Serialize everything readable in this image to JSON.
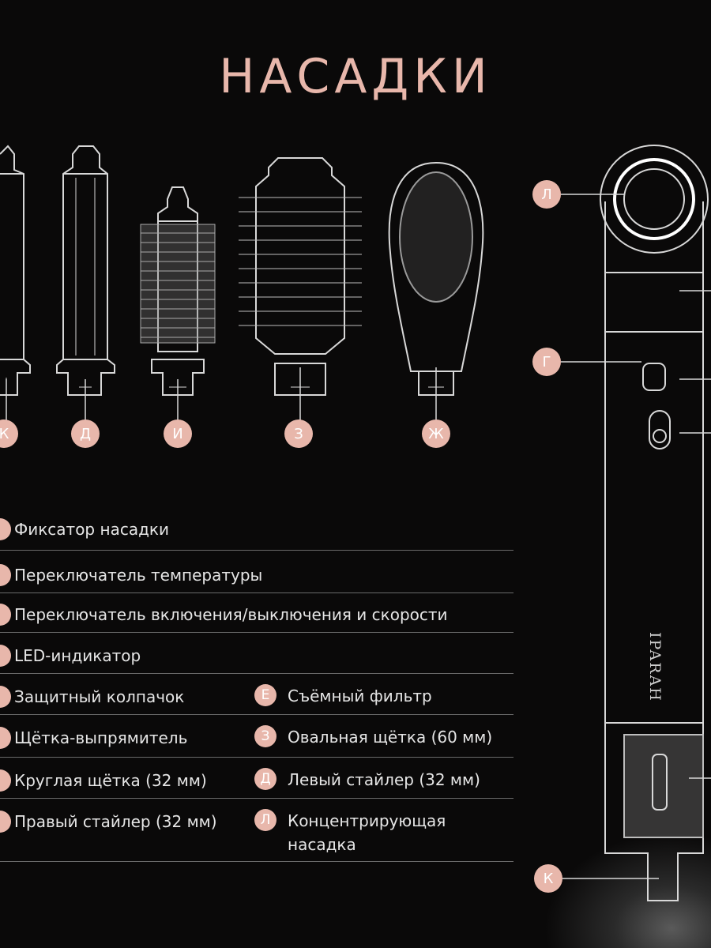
{
  "title": "НАСАДКИ",
  "markers": {
    "k_top": "К",
    "d": "Д",
    "i": "И",
    "z": "З",
    "zh": "Ж",
    "l": "Л",
    "g": "Г",
    "k_bottom": "К"
  },
  "brand": "IPARAH",
  "legend": [
    {
      "badge": "",
      "text": "Фиксатор насадки"
    },
    {
      "badge": "",
      "text": "Переключатель температуры"
    },
    {
      "badge": "",
      "text": "Переключатель включения/выключения и скорости"
    },
    {
      "badge": "",
      "text": "LED-индикатор"
    },
    {
      "badge": "",
      "text": "Защитный колпачок",
      "badge2": "Е",
      "text2": "Съёмный фильтр"
    },
    {
      "badge": "",
      "text": "Щётка-выпрямитель",
      "badge2": "З",
      "text2": "Овальная щётка (60 мм)"
    },
    {
      "badge": "",
      "text": "Круглая щётка (32 мм)",
      "badge2": "Д",
      "text2": "Левый стайлер (32 мм)"
    },
    {
      "badge": "",
      "text": "Правый стайлер (32 мм)",
      "badge2": "Л",
      "text2": "Концентрирующая\nнасадка"
    }
  ],
  "colors": {
    "accent": "#e8b7ab",
    "background": "#0a0909",
    "outline": "#d8d8d8"
  }
}
